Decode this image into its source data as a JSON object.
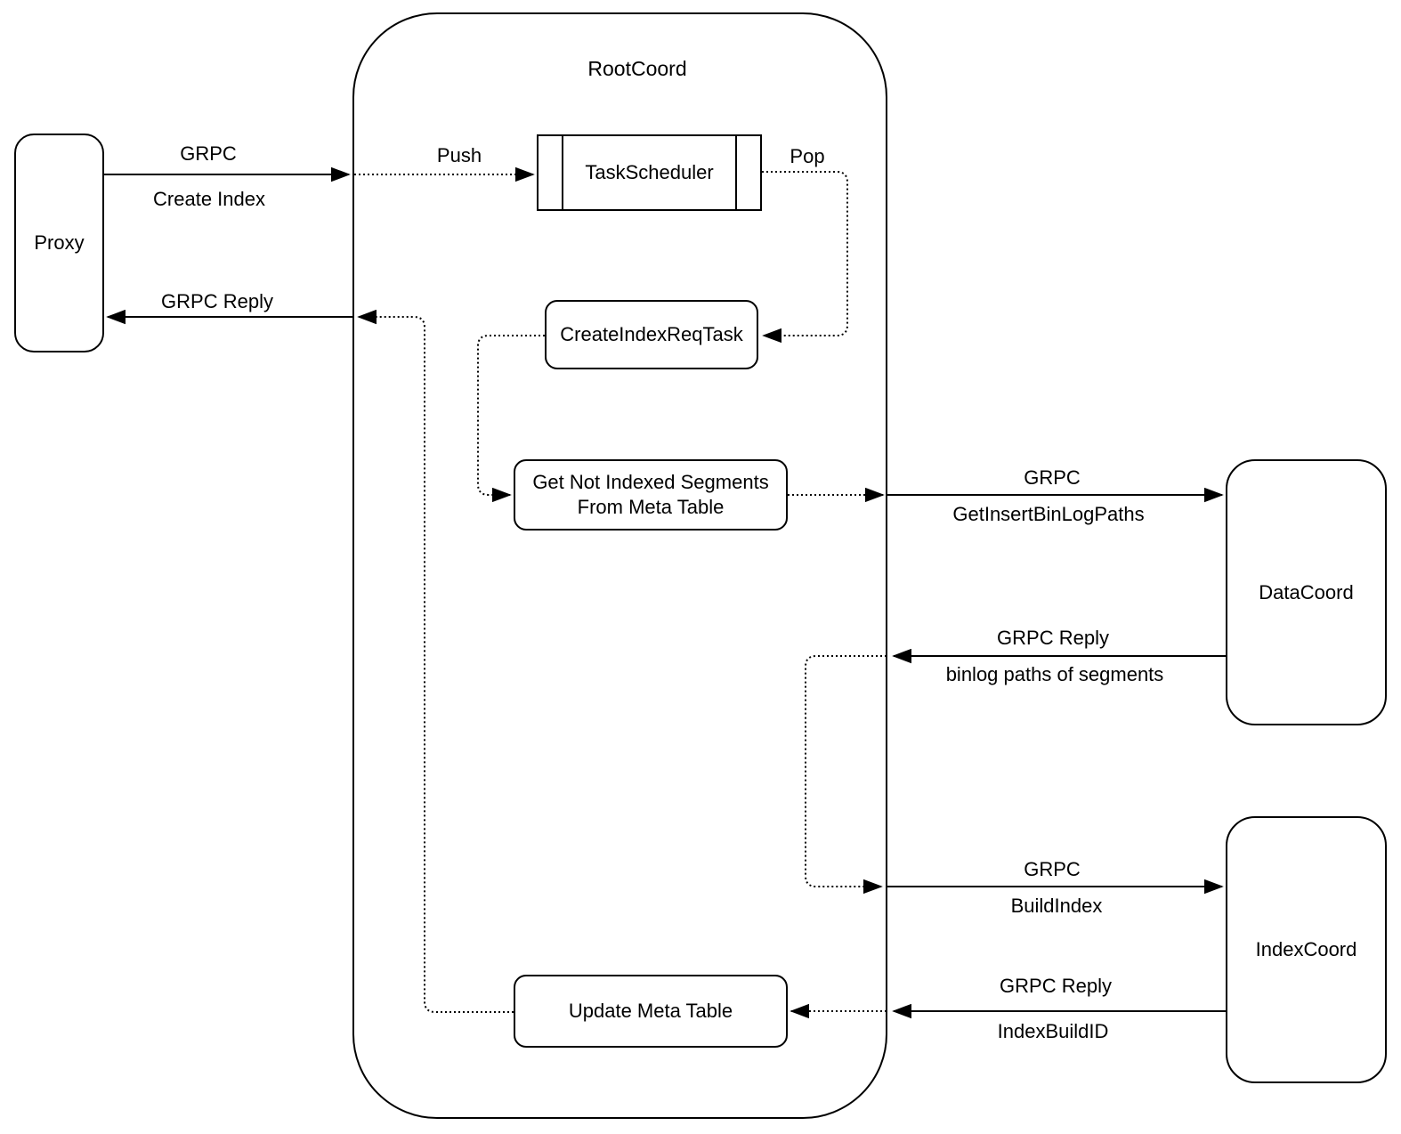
{
  "diagram": {
    "colors": {
      "stroke": "#000000",
      "background": "#ffffff"
    },
    "container": {
      "title": "RootCoord"
    },
    "nodes": {
      "proxy": {
        "label": "Proxy"
      },
      "task_scheduler": {
        "label": "TaskScheduler"
      },
      "create_index_req_task": {
        "label": "CreateIndexReqTask"
      },
      "get_not_indexed_segments": {
        "line1": "Get Not Indexed Segments",
        "line2": "From Meta Table"
      },
      "update_meta_table": {
        "label": "Update Meta Table"
      },
      "data_coord": {
        "label": "DataCoord"
      },
      "index_coord": {
        "label": "IndexCoord"
      }
    },
    "edges": {
      "create_index": {
        "line1": "GRPC",
        "line2": "Create Index"
      },
      "grpc_reply_to_proxy": {
        "line1": "GRPC Reply"
      },
      "push": {
        "label": "Push"
      },
      "pop": {
        "label": "Pop"
      },
      "get_insert_binlog_paths": {
        "line1": "GRPC",
        "line2": "GetInsertBinLogPaths"
      },
      "binlog_paths_reply": {
        "line1": "GRPC Reply",
        "line2": "binlog paths of segments"
      },
      "build_index": {
        "line1": "GRPC",
        "line2": "BuildIndex"
      },
      "index_build_id_reply": {
        "line1": "GRPC Reply",
        "line2": "IndexBuildID"
      }
    }
  }
}
